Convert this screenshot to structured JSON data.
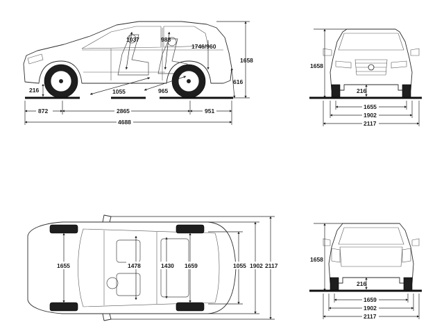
{
  "side": {
    "overall_height": "1658",
    "ground_clearance": "216",
    "front_overhang": "872",
    "wheelbase": "2865",
    "rear_overhang": "951",
    "overall_length": "4688",
    "front_headroom": "1037",
    "rear_headroom": "988",
    "load_height": "1746/960",
    "front_legroom": "1055",
    "rear_legroom": "965",
    "rear_bumper_height": "616"
  },
  "front": {
    "overall_height": "1658",
    "ground_clearance": "216",
    "track": "1655",
    "width": "1902",
    "width_mirrors": "2117"
  },
  "top": {
    "front_track": "1655",
    "front_shoulder": "1478",
    "rear_shoulder": "1430",
    "rear_track": "1659",
    "cargo_width": "1055",
    "width": "1902",
    "width_mirrors": "2117"
  },
  "rear": {
    "overall_height": "1658",
    "ground_clearance": "216",
    "track": "1659",
    "width": "1902",
    "width_mirrors": "2117"
  }
}
